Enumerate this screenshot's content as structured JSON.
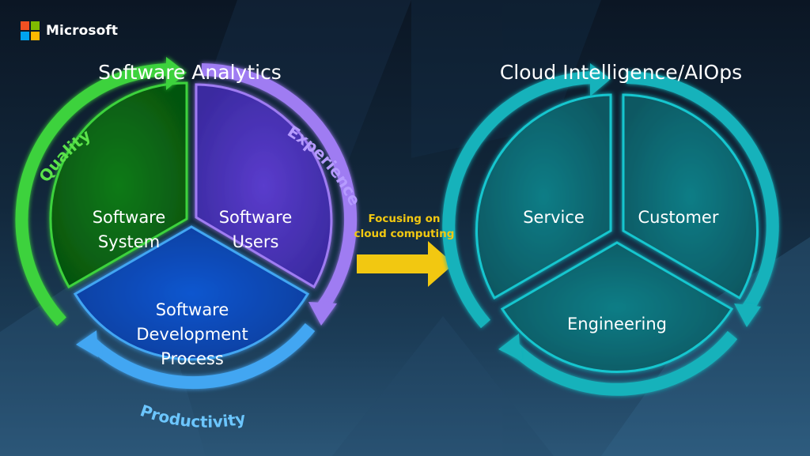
{
  "brand": {
    "name": "Microsoft",
    "logo_colors": [
      "#f25022",
      "#7fba00",
      "#00a4ef",
      "#ffb900"
    ]
  },
  "left_diagram": {
    "title": "Software Analytics",
    "segments": [
      {
        "label": "Software\nSystem",
        "arc_label": "Quality",
        "color": "#0e8a1c",
        "arc_color": "#3cd23c"
      },
      {
        "label": "Software\nUsers",
        "arc_label": "Experience",
        "color": "#5a3ccc",
        "arc_color": "#9f7cf2"
      },
      {
        "label": "Software\nDevelopment\nProcess",
        "arc_label": "Productivity",
        "color": "#0a56cf",
        "arc_color": "#43a6f2"
      }
    ]
  },
  "transition": {
    "caption": "Focusing on\ncloud computing",
    "arrow_color": "#f2c811"
  },
  "right_diagram": {
    "title": "Cloud Intelligence/AIOps",
    "color": "#0d7d86",
    "arc_color": "#14b2bb",
    "segments": [
      {
        "label": "Service"
      },
      {
        "label": "Customer"
      },
      {
        "label": "Engineering"
      }
    ]
  }
}
